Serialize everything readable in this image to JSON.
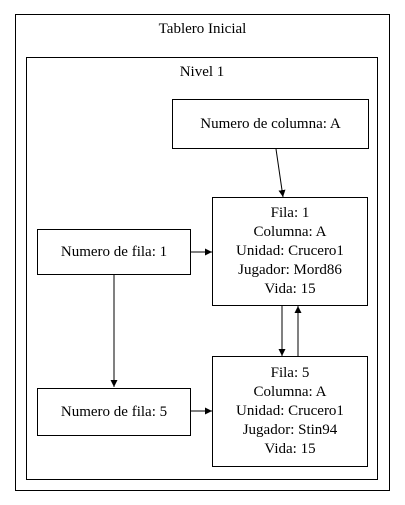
{
  "outer_cluster": {
    "title": "Tablero Inicial"
  },
  "inner_cluster": {
    "title": "Nivel 1"
  },
  "nodes": {
    "col_a": {
      "label": "Numero de columna: A"
    },
    "fila_1": {
      "label": "Numero de fila: 1"
    },
    "fila_5": {
      "label": "Numero de fila: 5"
    },
    "cell_1": {
      "lines": [
        "Fila: 1",
        "Columna: A",
        "Unidad: Crucero1",
        "Jugador: Mord86",
        "Vida: 15"
      ]
    },
    "cell_5": {
      "lines": [
        "Fila: 5",
        "Columna: A",
        "Unidad: Crucero1",
        "Jugador: Stin94",
        "Vida: 15"
      ]
    }
  }
}
